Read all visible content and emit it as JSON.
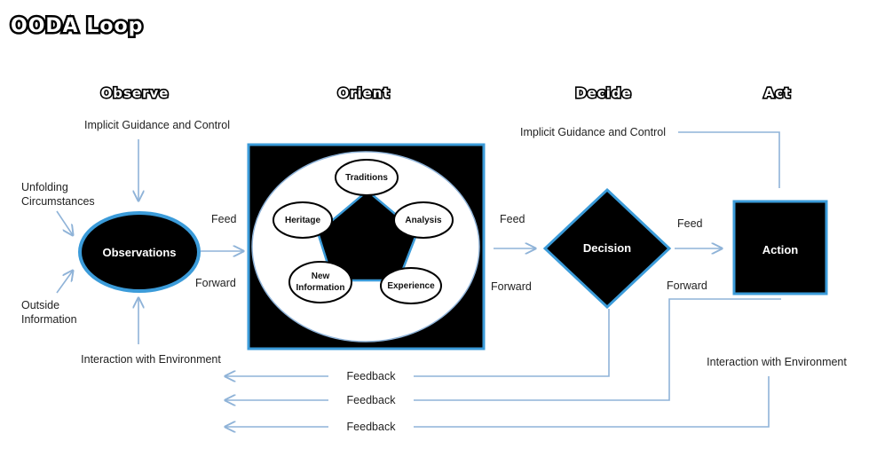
{
  "title": "OODA Loop",
  "phases": {
    "observe": "Observe",
    "orient": "Orient",
    "decide": "Decide",
    "act": "Act"
  },
  "observe": {
    "implicit": "Implicit Guidance and Control",
    "unfolding_1": "Unfolding",
    "unfolding_2": "Circumstances",
    "outside_1": "Outside",
    "outside_2": "Information",
    "interaction": "Interaction with Environment",
    "observations": "Observations"
  },
  "orient": {
    "traditions": "Traditions",
    "analysis": "Analysis",
    "experience": "Experience",
    "new_info_1": "New",
    "new_info_2": "Information",
    "heritage": "Heritage"
  },
  "decide": {
    "decision": "Decision",
    "implicit": "Implicit Guidance and Control"
  },
  "act": {
    "action": "Action",
    "interaction": "Interaction with Environment"
  },
  "links": {
    "feed": "Feed",
    "forward": "Forward",
    "feedback": "Feedback"
  },
  "colors": {
    "accent": "#3b9bd9",
    "arrow": "#8fb3d8",
    "shape": "#000000"
  }
}
